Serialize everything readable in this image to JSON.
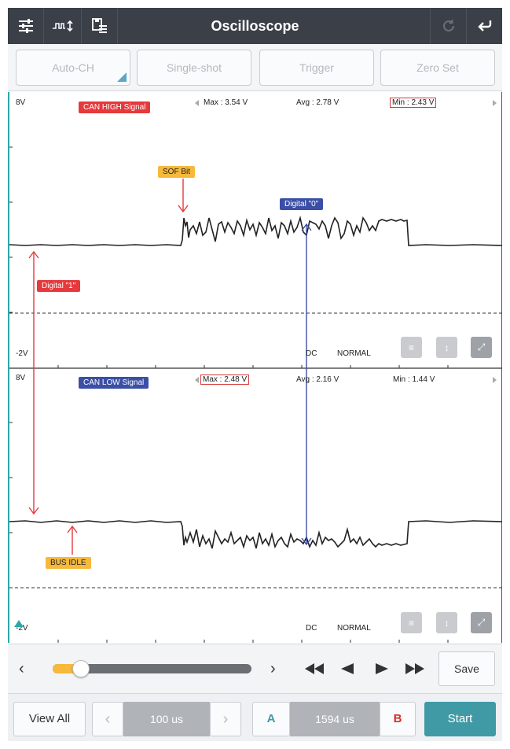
{
  "titlebar": {
    "title": "Oscilloscope"
  },
  "top_buttons": [
    "Auto-CH",
    "Single-shot",
    "Trigger",
    "Zero Set"
  ],
  "channel_a": {
    "top_scale": "8V",
    "bottom_scale": "-2V",
    "signal_name": "CAN HIGH Signal",
    "max": "Max : 3.54 V",
    "avg": "Avg : 2.78 V",
    "min": "Min : 2.43 V",
    "coupling": "DC",
    "mode": "NORMAL"
  },
  "channel_b": {
    "top_scale": "8V",
    "bottom_scale": "-2V",
    "signal_name": "CAN LOW Signal",
    "max": "Max : 2.48 V",
    "avg": "Avg : 2.16 V",
    "min": "Min : 1.44 V",
    "coupling": "DC",
    "mode": "NORMAL"
  },
  "annotations": {
    "sof_bit": "SOF Bit",
    "digital_zero": "Digital \"0\"",
    "digital_one": "Digital \"1\"",
    "bus_idle": "BUS IDLE"
  },
  "slider": {
    "position_fraction": 0.1,
    "save_label": "Save"
  },
  "footer": {
    "view_all": "View All",
    "timebase": "100 us",
    "cursor_a": "A",
    "cursor_delta": "1594 us",
    "cursor_b": "B",
    "start": "Start"
  },
  "colors": {
    "titlebar": "#3b3f48",
    "accent_teal": "#3f9aa6",
    "annotation_red": "#e6393c",
    "annotation_blue": "#3b4fa6",
    "annotation_yellow": "#f6b93b",
    "slider_orange": "#f6b93b"
  }
}
